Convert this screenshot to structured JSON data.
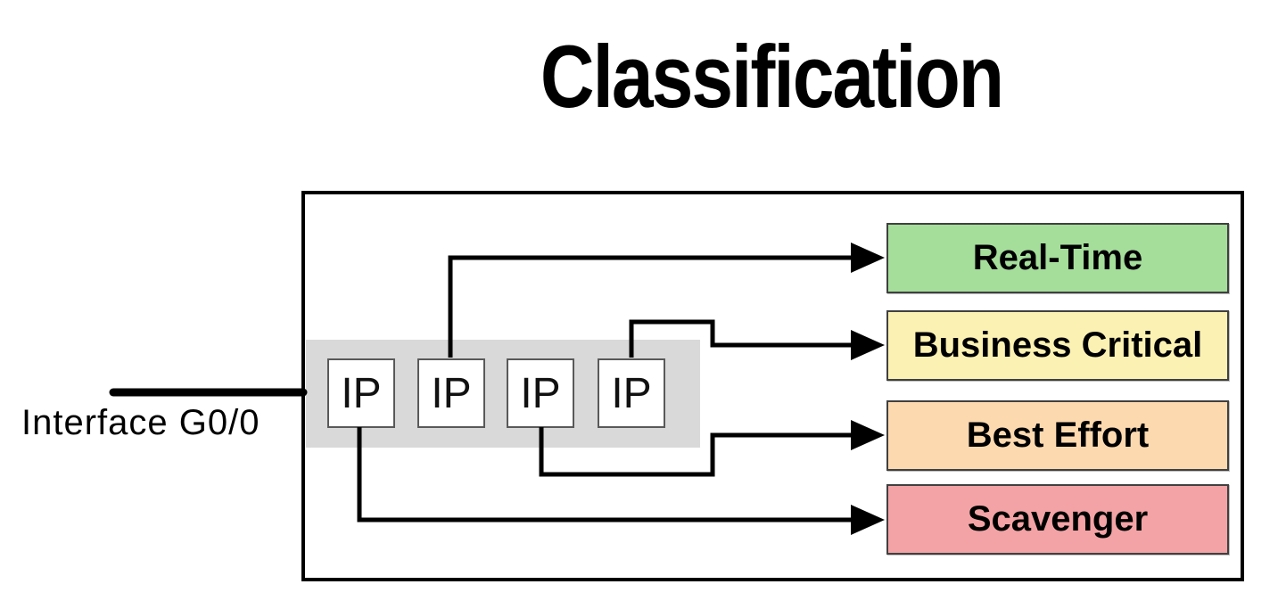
{
  "title": "Classification",
  "interface": {
    "label": "Interface G0/0"
  },
  "packets": [
    {
      "label": "IP"
    },
    {
      "label": "IP"
    },
    {
      "label": "IP"
    },
    {
      "label": "IP"
    }
  ],
  "classes": [
    {
      "name": "real-time",
      "label": "Real-Time",
      "color": "#A5DD9B"
    },
    {
      "name": "business-critical",
      "label": "Business Critical",
      "color": "#FBF1B3"
    },
    {
      "name": "best-effort",
      "label": "Best Effort",
      "color": "#FDD9B0"
    },
    {
      "name": "scavenger",
      "label": "Scavenger",
      "color": "#F3A3A5"
    }
  ],
  "colors": {
    "band": "#D9D9D9",
    "line": "#000000",
    "background": "#FFFFFF"
  }
}
